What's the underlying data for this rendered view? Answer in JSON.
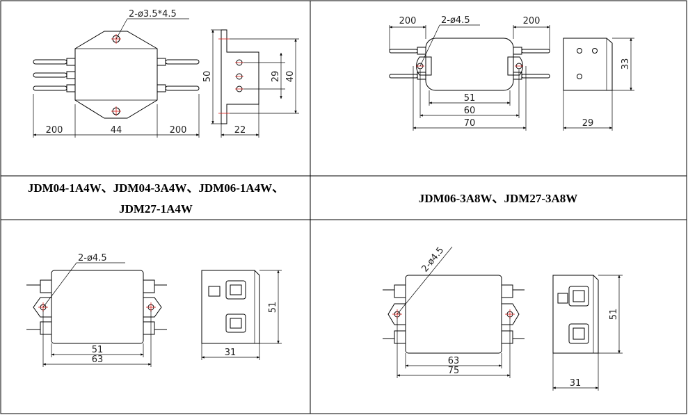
{
  "headers": {
    "left_line1": "JDM04-1A4W、JDM04-3A4W、JDM06-1A4W、",
    "left_line2": "JDM27-1A4W",
    "right": "JDM06-3A8W、JDM27-3A8W"
  },
  "drawing_tl": {
    "hole_note": "2-ø3.5*4.5",
    "dim_left": "200",
    "dim_mid": "44",
    "dim_right": "200",
    "dim_height": "50",
    "dim_pins": "29",
    "dim_side_h": "40",
    "dim_depth": "22"
  },
  "drawing_tr": {
    "hole_note": "2-ø4.5",
    "dim_lead_l": "200",
    "dim_lead_r": "200",
    "dim_51": "51",
    "dim_60": "60",
    "dim_70": "70",
    "dim_side_h": "33",
    "dim_depth": "29"
  },
  "drawing_bl": {
    "hole_note": "2-ø4.5",
    "dim_51": "51",
    "dim_63": "63",
    "dim_side_h": "51",
    "dim_depth": "31"
  },
  "drawing_br": {
    "hole_note": "2-ø4.5",
    "dim_63": "63",
    "dim_75": "75",
    "dim_side_h": "51",
    "dim_depth": "31"
  }
}
